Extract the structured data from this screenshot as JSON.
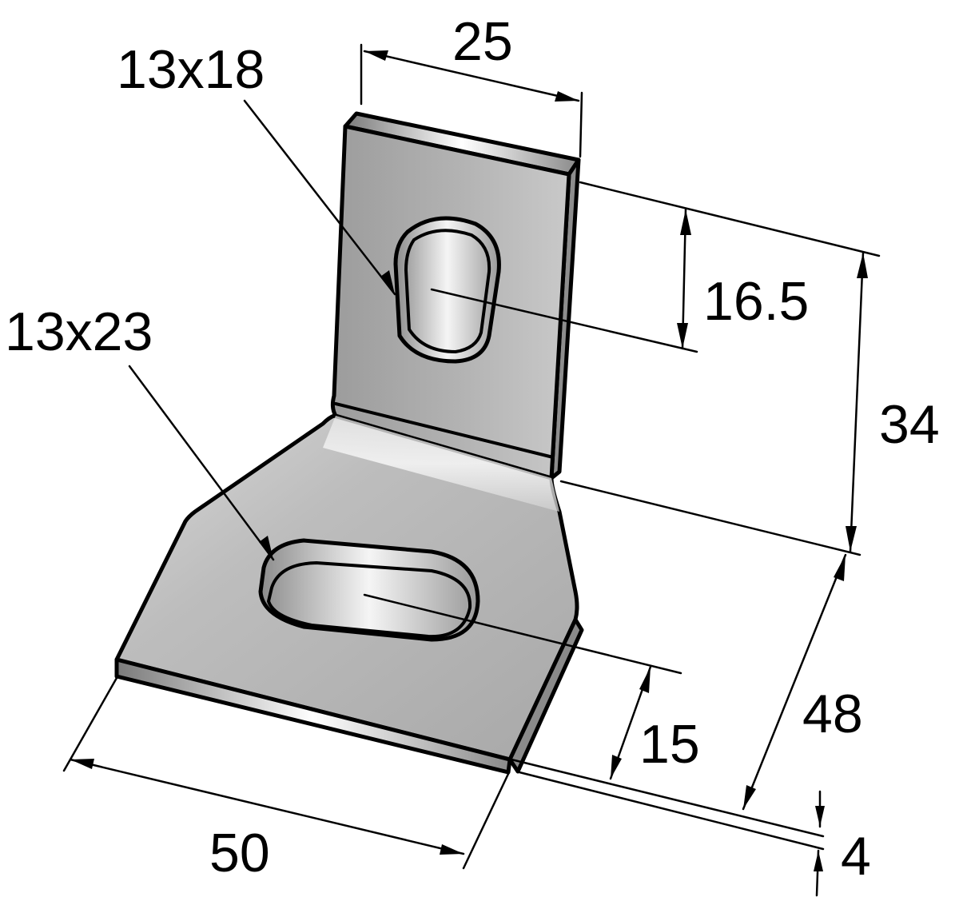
{
  "labels": {
    "top_width": "25",
    "hole_top_size": "13x18",
    "hole_top_offset": "16.5",
    "upright_height": "34",
    "hole_bottom_size": "13x23",
    "base_length": "50",
    "hole_bottom_offset": "15",
    "overall_height": "48",
    "thickness": "4"
  },
  "colors": {
    "metal_light": "#f2f2f2",
    "metal_mid": "#c8c8c8",
    "metal_dark": "#9a9a9a",
    "line": "#000000",
    "background": "#ffffff"
  }
}
